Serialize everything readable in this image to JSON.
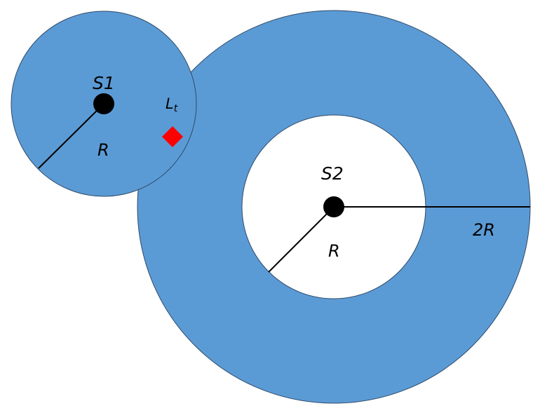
{
  "colors": {
    "region_fill": "#5b9bd5",
    "region_stroke": "#2e4a6b",
    "hole_fill": "#ffffff",
    "node_fill": "#000000",
    "marker_fill": "#ff0000"
  },
  "labels": {
    "s1": "S1",
    "s2": "S2",
    "r_small": "R",
    "r_inner": "R",
    "r_outer": "2R",
    "lt_main": "L",
    "lt_sub": "t"
  },
  "icons": {
    "marker": "red-diamond",
    "node": "black-dot"
  }
}
